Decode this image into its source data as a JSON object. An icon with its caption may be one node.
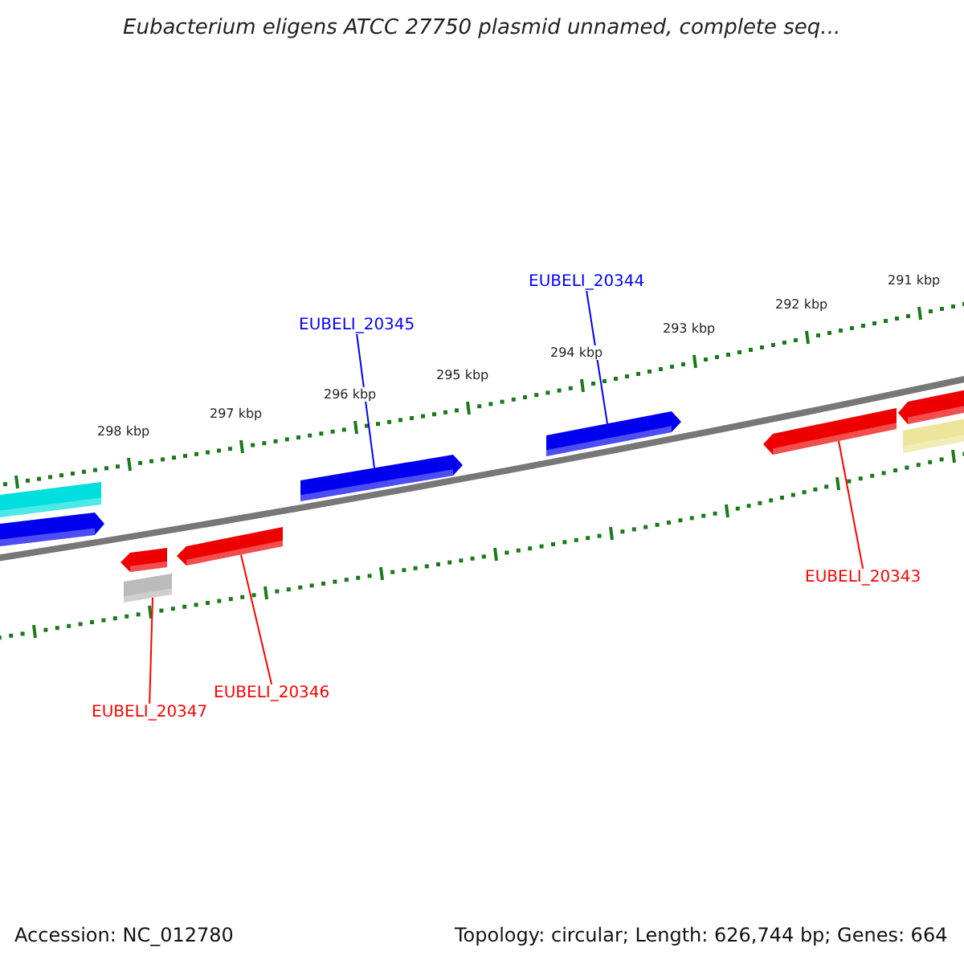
{
  "diagram": {
    "title": "Eubacterium eligens ATCC 27750 plasmid unnamed, complete seq...",
    "nodes": [
      {
        "text": [
          "EUBELI_20344"
        ]
      },
      {
        "text": [
          "EUBELI_20345"
        ]
      },
      {
        "text": [
          "EUBELI_20343"
        ]
      },
      {
        "text": [
          "EUBELI_20346"
        ]
      },
      {
        "text": [
          "EUBELI_20347"
        ]
      },
      {
        "text": [],
        "shape": "bar"
      },
      {
        "text": [],
        "shape": "arrow"
      },
      {
        "text": [],
        "shape": "arrow"
      },
      {
        "text": [],
        "shape": "arrow"
      },
      {
        "text": [],
        "shape": "arrow"
      },
      {
        "text": [],
        "shape": "bar"
      },
      {
        "text": [],
        "shape": "arrow"
      },
      {
        "text": [],
        "shape": "arrow"
      },
      {
        "text": [],
        "shape": "arrow"
      },
      {
        "text": [],
        "shape": "bar"
      }
    ],
    "edges": [
      {
        "from": 0,
        "to": 8,
        "arrow": "none",
        "color": "#0000ff"
      },
      {
        "from": 1,
        "to": 7,
        "arrow": "none",
        "color": "#0000ff"
      },
      {
        "from": 2,
        "to": 12,
        "arrow": "none"
      },
      {
        "from": 3,
        "to": 11,
        "arrow": "none"
      },
      {
        "from": 4,
        "to": 10,
        "arrow": "none"
      }
    ],
    "labels": [
      "291 kbp",
      "292 kbp",
      "293 kbp",
      "294 kbp",
      "295 kbp",
      "296 kbp",
      "297 kbp",
      "298 kbp",
      "Accession: NC_012780",
      "Topology: circular; Length: 626,744 bp; Genes: 664"
    ]
  }
}
